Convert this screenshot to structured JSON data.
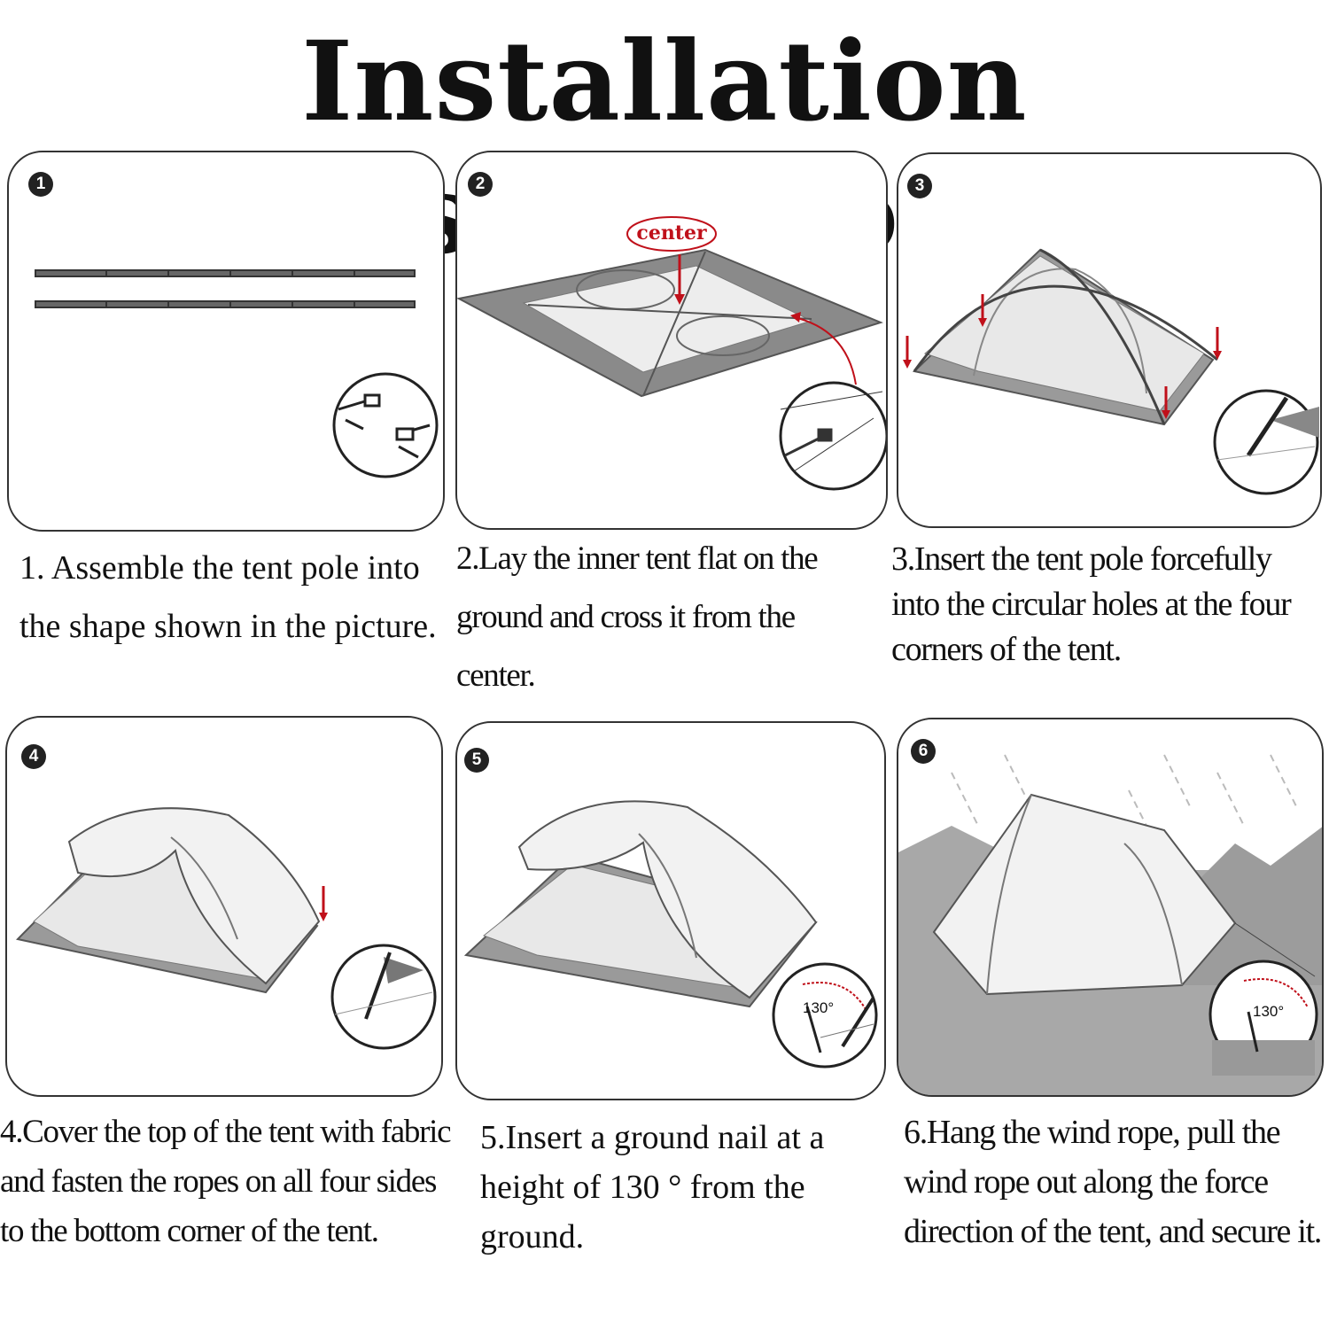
{
  "title": "Installation instructions",
  "steps": [
    {
      "number": "1",
      "caption": "1. Assemble the tent pole into  the shape shown in the picture."
    },
    {
      "number": "2",
      "caption": "2.Lay the inner tent flat on the ground and cross it from the center.",
      "label": "center"
    },
    {
      "number": "3",
      "caption": "3.Insert the tent pole forcefully into the circular holes at the four corners of the tent."
    },
    {
      "number": "4",
      "caption": "4.Cover the top of the tent with fabric and fasten the ropes on all four sides to the bottom corner of the tent."
    },
    {
      "number": "5",
      "caption": "5.Insert a ground nail at a height of 130 ° from the ground.",
      "angle_label": "130°"
    },
    {
      "number": "6",
      "caption": "6.Hang the wind rope, pull the wind rope out along the force direction of the tent,  and secure it.",
      "angle_label": "130°"
    }
  ],
  "colors": {
    "accent_red": "#c0101a",
    "tent_gray": "#8a8a8a",
    "dark": "#222222"
  }
}
